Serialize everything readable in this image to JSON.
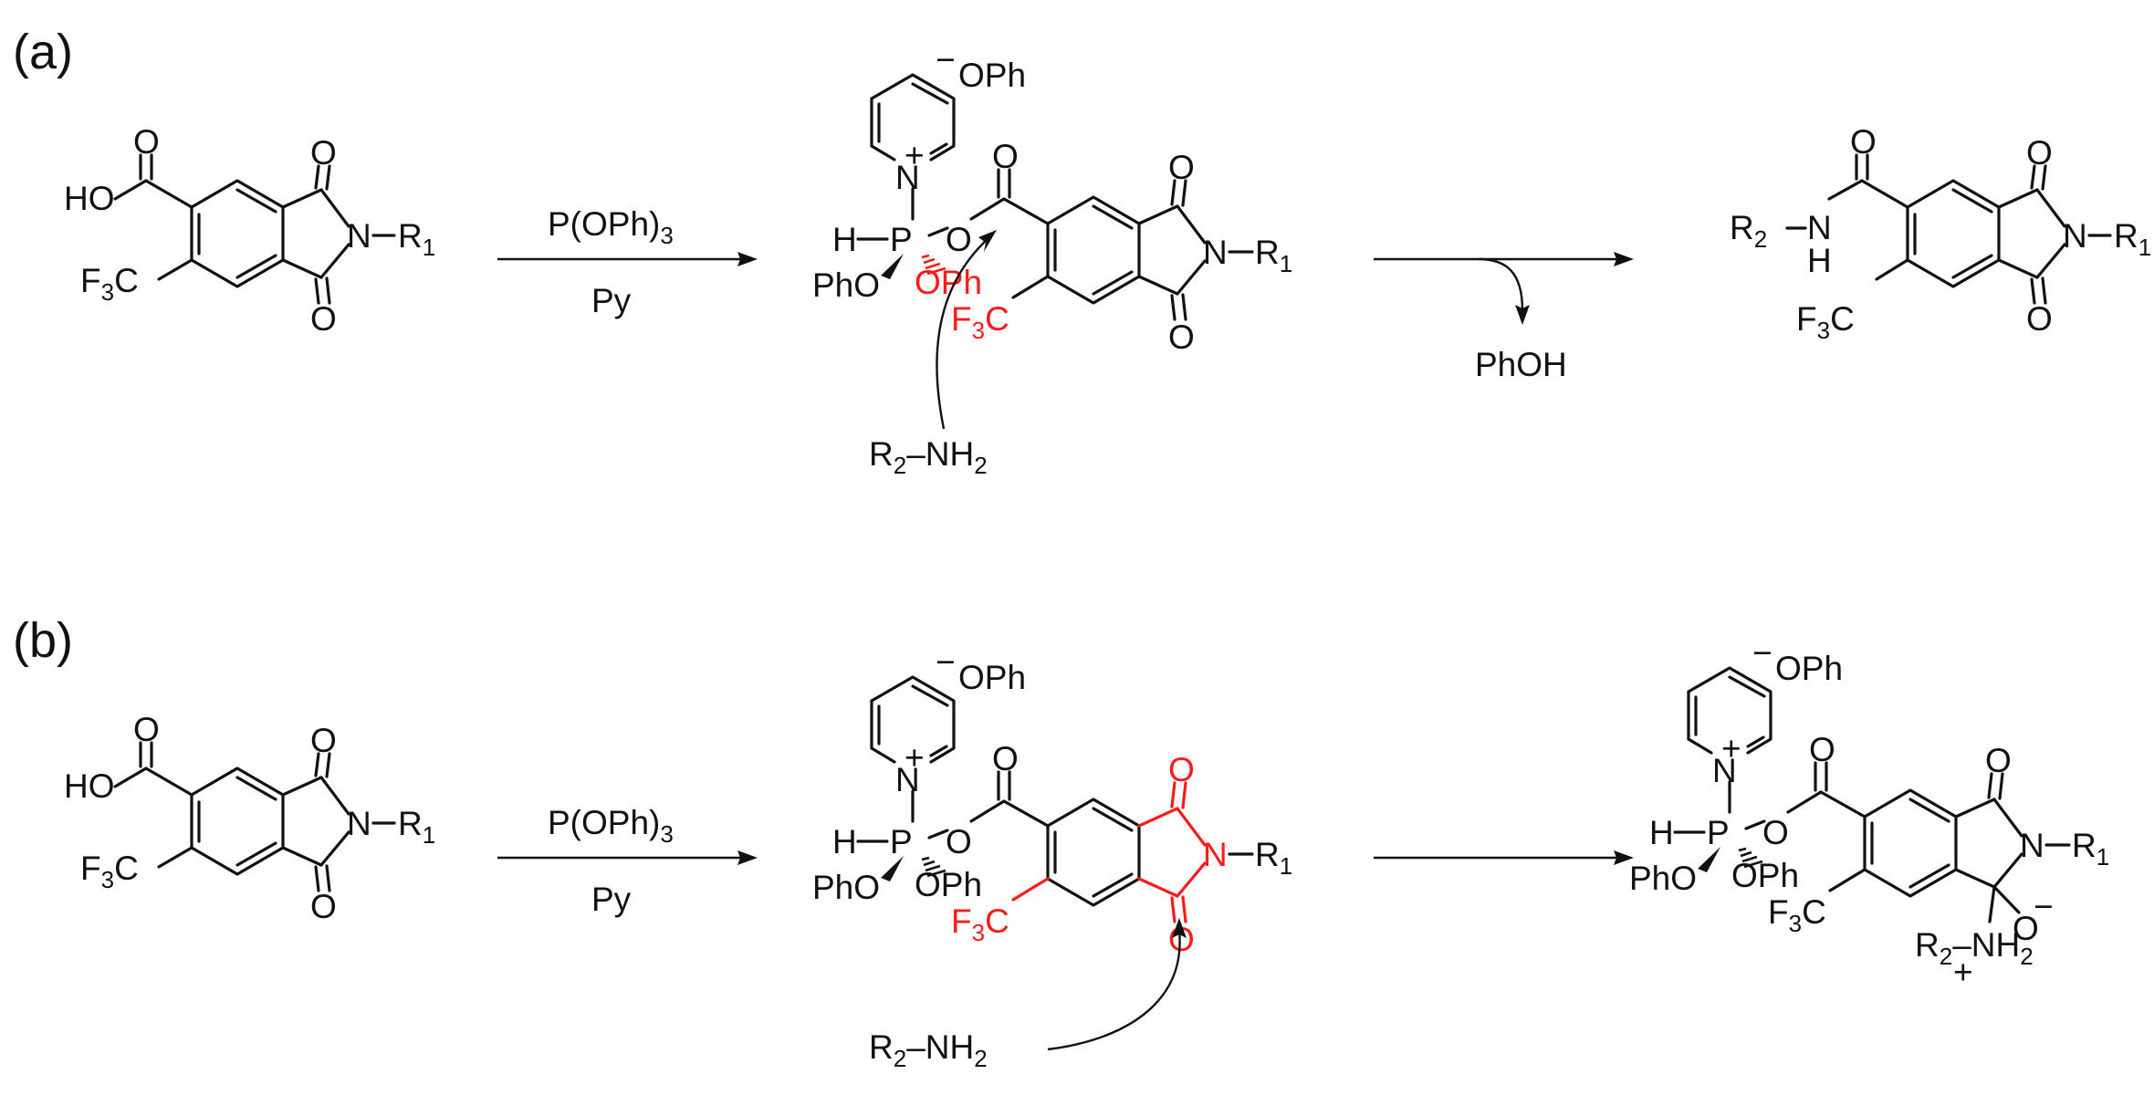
{
  "panels": {
    "a": {
      "label": "(a)"
    },
    "b": {
      "label": "(b)"
    }
  },
  "atoms": {
    "O": "O",
    "HO": "HO",
    "N": "N",
    "R": "R",
    "one": "1",
    "two": "2",
    "F": "F",
    "three": "3",
    "C": "C",
    "H": "H",
    "P": "P",
    "PhO": "PhO",
    "OPh": "OPh",
    "minus": "−",
    "plus": "+",
    "NH": "NH"
  },
  "reagents": {
    "phosphite": "P(OPh)",
    "phosphite_sub": "3",
    "base": "Py"
  },
  "byproduct": "PhOH",
  "colors": {
    "ink": "#111111",
    "highlight": "#ff1a1a"
  }
}
